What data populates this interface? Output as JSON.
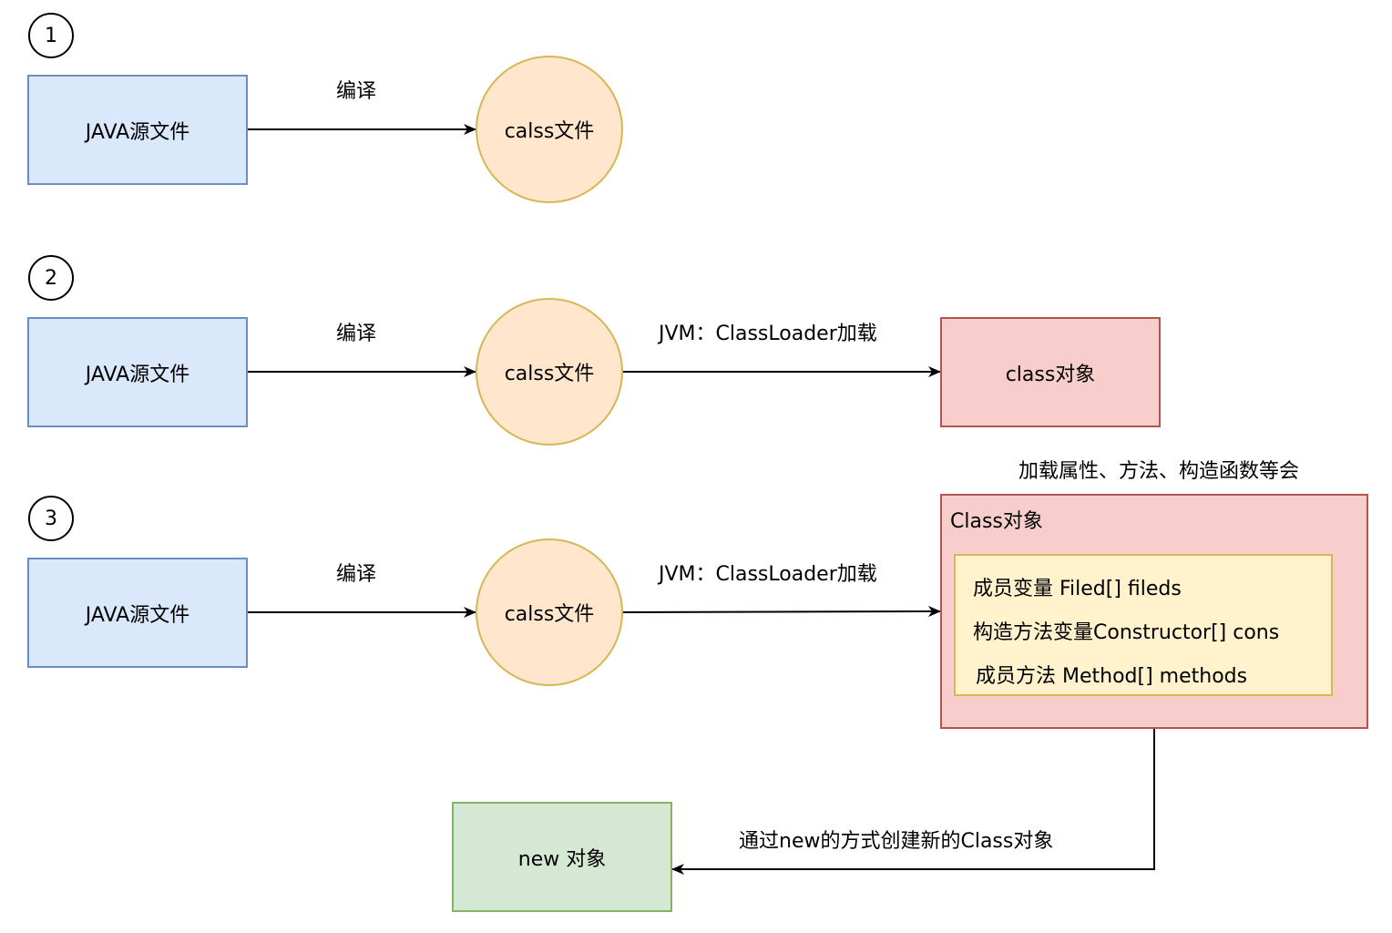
{
  "steps": [
    "1",
    "2",
    "3"
  ],
  "row1": {
    "source": "JAVA源文件",
    "compile": "编译",
    "class_file": "calss文件"
  },
  "row2": {
    "source": "JAVA源文件",
    "compile": "编译",
    "class_file": "calss文件",
    "load": "JVM：ClassLoader加载",
    "class_object": "class对象"
  },
  "row3": {
    "source": "JAVA源文件",
    "compile": "编译",
    "class_file": "calss文件",
    "load": "JVM：ClassLoader加载",
    "load_note": "加载属性、方法、构造函数等会",
    "class_object": {
      "title": "Class对象",
      "members": [
        "成员变量 Filed[] fileds",
        "构造方法变量Constructor[] cons",
        "成员方法 Method[] methods"
      ]
    },
    "new_label": "通过new的方式创建新的Class对象",
    "new_object": "new 对象"
  },
  "colors": {
    "java_fill": "#dae8fc",
    "java_stroke": "#6c8ebf",
    "calss_fill": "#ffe6cc",
    "calss_stroke": "#d6b656",
    "class_fill": "#f8cecc",
    "class_stroke": "#b85450",
    "member_fill": "#fff2cc",
    "member_stroke": "#d6b656",
    "new_fill": "#d5e8d4",
    "new_stroke": "#82b366"
  }
}
